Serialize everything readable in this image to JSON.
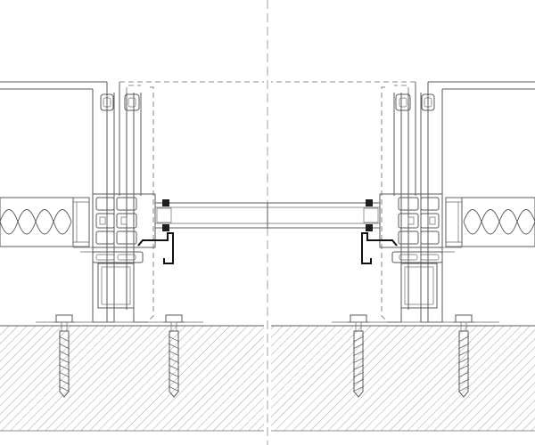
{
  "drawing": {
    "type": "technical-section-detail",
    "colors": {
      "line": "#5a5a5a",
      "bold_profile": "#111111",
      "hatch": "#7d7d7d",
      "background": "#ffffff"
    },
    "views": [
      "left-detail",
      "right-detail"
    ],
    "elements": {
      "substrate": "hatched-base",
      "insulation": "insulation-panel",
      "profiles": "aluminium-frame-profiles",
      "glazing": "insulated-glass-unit",
      "anchors": "anchor-screws",
      "centerline": "center-axis"
    }
  }
}
